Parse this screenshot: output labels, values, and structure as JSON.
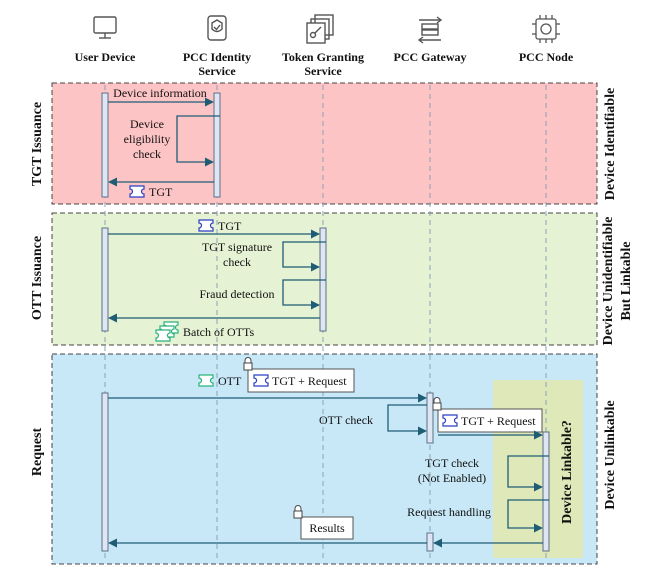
{
  "participants": [
    {
      "name_line1": "User Device",
      "name_line2": "",
      "icon": "monitor-icon"
    },
    {
      "name_line1": "PCC Identity",
      "name_line2": "Service",
      "icon": "shield-check-icon"
    },
    {
      "name_line1": "Token Granting",
      "name_line2": "Service",
      "icon": "key-stack-icon"
    },
    {
      "name_line1": "PCC Gateway",
      "name_line2": "",
      "icon": "server-arrows-icon"
    },
    {
      "name_line1": "PCC Node",
      "name_line2": "",
      "icon": "chip-brain-icon"
    }
  ],
  "phases": [
    {
      "label": "TGT Issuance",
      "right_line1": "Device Identifiable",
      "right_line2": "",
      "color": "#fdc4c6"
    },
    {
      "label": "OTT Issuance",
      "right_line1": "Device Unidentifiable",
      "right_line2": "But Linkable",
      "color": "#e5f2d4"
    },
    {
      "label": "Request",
      "right_line1": "Device Unlinkable",
      "right_line2": "",
      "color": "#c8e8f8"
    }
  ],
  "messages": {
    "device_info": "Device information",
    "eligibility_1": "Device",
    "eligibility_2": "eligibility",
    "eligibility_3": "check",
    "tgt_return": "TGT",
    "tgt_send": "TGT",
    "sig_check_1": "TGT signature",
    "sig_check_2": "check",
    "fraud": "Fraud detection",
    "batch_otts": "Batch of OTTs",
    "ott": "OTT",
    "tgt_request": "TGT + Request",
    "ott_check": "OTT check",
    "tgt_request_2": "TGT + Request",
    "tgt_check_1": "TGT check",
    "tgt_check_2": "(Not Enabled)",
    "request_handling": "Request handling",
    "results": "Results"
  },
  "node_overlay": {
    "label": "Device Linkable?",
    "color": "#dfe8b4"
  },
  "colors": {
    "arrow": "#1f5d75",
    "lifeline": "#8aa2b4",
    "token_blue": "#2b3fc2",
    "token_green": "#29b37a",
    "activation": "#dde6f2"
  }
}
